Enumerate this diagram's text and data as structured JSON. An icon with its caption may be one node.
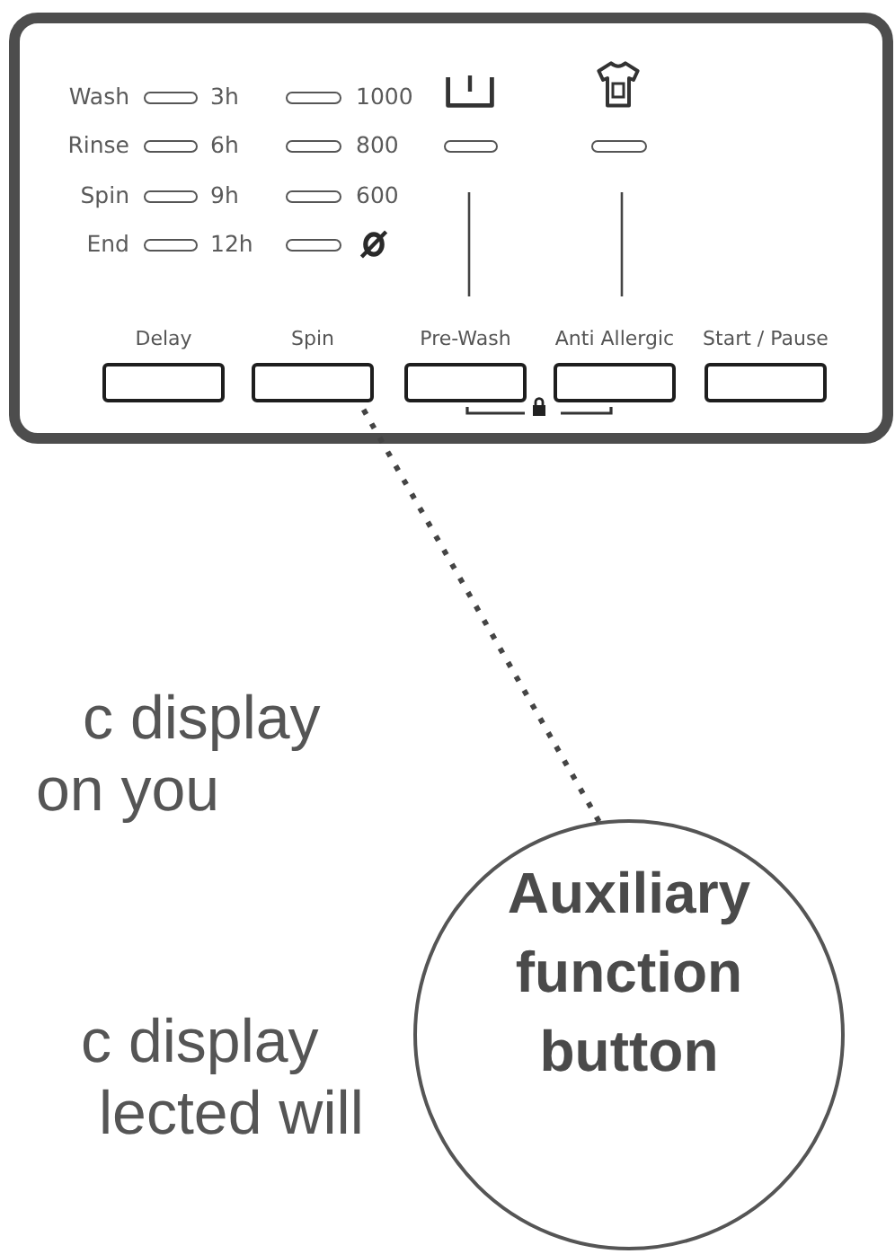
{
  "diagram": {
    "nodes": [
      {
        "text": [],
        "shape": "box"
      },
      {
        "text": [
          "Delay"
        ],
        "in": 0
      },
      {
        "text": [
          "Spin"
        ],
        "in": 0
      },
      {
        "text": [
          "Pre-Wash"
        ],
        "in": 0
      },
      {
        "text": [
          "Anti Allergic"
        ],
        "in": 0
      },
      {
        "text": [
          "Start / Pause"
        ],
        "in": 0
      },
      {
        "text": [
          "Auxiliary function button"
        ]
      }
    ],
    "edges": [
      {
        "from": 6,
        "to": 2,
        "arrow": "none",
        "style": "dashed"
      }
    ],
    "labels": [
      "Wash",
      "3h",
      "1000",
      "Rinse",
      "6h",
      "800",
      "Spin",
      "9h",
      "600",
      "End",
      "12h",
      "c display on you",
      "c display lected will"
    ]
  }
}
